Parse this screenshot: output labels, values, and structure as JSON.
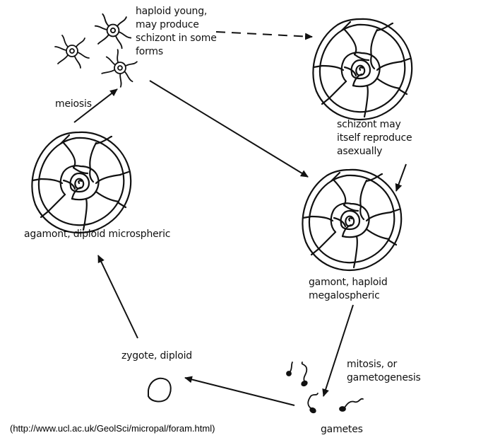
{
  "labels": {
    "haploid_young": [
      "haploid young,",
      "may produce",
      "schizont in some",
      "forms"
    ],
    "meiosis": "meiosis",
    "schizont": [
      "schizont may",
      "itself reproduce",
      "asexually"
    ],
    "agamont": "agamont, diploid microspheric",
    "gamont": [
      "gamont, haploid",
      "megalospheric"
    ],
    "mitosis": [
      "mitosis, or",
      "gametogenesis"
    ],
    "zygote": "zygote, diploid",
    "gametes": "gametes"
  },
  "source_url": "(http://www.ucl.ac.uk/GeolSci/micropal/foram.html)",
  "colors": {
    "ink": "#111111",
    "background": "#ffffff"
  }
}
